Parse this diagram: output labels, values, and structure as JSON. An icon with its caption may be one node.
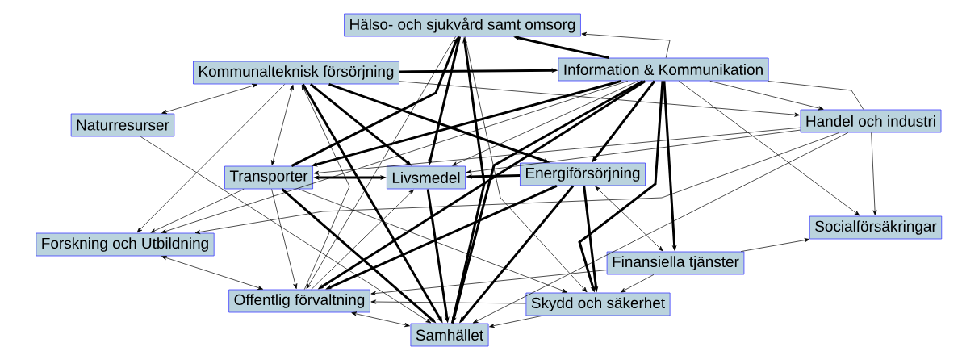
{
  "diagram": {
    "nodes": [
      {
        "text": [
          "Hälso- och sjukvård samt omsorg"
        ]
      },
      {
        "text": [
          "Kommunalteknisk försörjning"
        ]
      },
      {
        "text": [
          "Information & Kommunikation"
        ]
      },
      {
        "text": [
          "Naturresurser"
        ]
      },
      {
        "text": [
          "Handel och industri"
        ]
      },
      {
        "text": [
          "Transporter"
        ]
      },
      {
        "text": [
          "Livsmedel"
        ]
      },
      {
        "text": [
          "Energiförsörjning"
        ]
      },
      {
        "text": [
          "Socialförsäkringar"
        ]
      },
      {
        "text": [
          "Forskning och Utbildning"
        ]
      },
      {
        "text": [
          "Finansiella tjänster"
        ]
      },
      {
        "text": [
          "Offentlig förvaltning"
        ]
      },
      {
        "text": [
          "Skydd och säkerhet"
        ]
      },
      {
        "text": [
          "Samhället"
        ]
      }
    ],
    "edges": [
      {
        "from": 3,
        "to": 1,
        "arrow": "both"
      },
      {
        "from": 3,
        "to": 13,
        "arrow": "to"
      },
      {
        "from": 1,
        "to": 9,
        "arrow": "to"
      },
      {
        "from": 5,
        "to": 1,
        "arrow": "both"
      },
      {
        "from": 11,
        "to": 1,
        "arrow": "to"
      },
      {
        "from": 1,
        "to": 6,
        "arrow": "to",
        "style": "thick"
      },
      {
        "from": 1,
        "to": 13,
        "arrow": "to",
        "style": "thick"
      },
      {
        "from": 1,
        "to": 7,
        "arrow": "to",
        "style": "thick"
      },
      {
        "from": 1,
        "to": 4,
        "arrow": "to"
      },
      {
        "from": 1,
        "to": 2,
        "arrow": "to",
        "style": "thick"
      },
      {
        "from": 5,
        "to": 0,
        "arrow": "to",
        "style": "thick"
      },
      {
        "from": 0,
        "to": 6,
        "arrow": "to",
        "style": "thick"
      },
      {
        "from": 2,
        "to": 0,
        "arrow": "to",
        "style": "thick"
      },
      {
        "from": 2,
        "to": 0,
        "arrow": "to"
      },
      {
        "from": 4,
        "to": 2,
        "arrow": "none"
      },
      {
        "from": 2,
        "to": 4,
        "arrow": "to"
      },
      {
        "from": 2,
        "to": 7,
        "arrow": "to",
        "style": "thick"
      },
      {
        "from": 2,
        "to": 13,
        "arrow": "to",
        "style": "thick"
      },
      {
        "from": 2,
        "to": 12,
        "arrow": "to",
        "style": "thick"
      },
      {
        "from": 2,
        "to": 11,
        "arrow": "to",
        "style": "thick"
      },
      {
        "from": 2,
        "to": 10,
        "arrow": "to",
        "style": "thick"
      },
      {
        "from": 2,
        "to": 5,
        "arrow": "to",
        "style": "thick"
      },
      {
        "from": 2,
        "to": 6,
        "arrow": "to"
      },
      {
        "from": 2,
        "to": 9,
        "arrow": "to"
      },
      {
        "from": 2,
        "to": 8,
        "arrow": "to"
      },
      {
        "from": 7,
        "to": 13,
        "arrow": "to",
        "style": "thick"
      },
      {
        "from": 7,
        "to": 12,
        "arrow": "to",
        "style": "thick"
      },
      {
        "from": 7,
        "to": 10,
        "arrow": "both"
      },
      {
        "from": 7,
        "to": 11,
        "arrow": "to",
        "style": "thick"
      },
      {
        "from": 7,
        "to": 6,
        "arrow": "to",
        "style": "thick"
      },
      {
        "from": 13,
        "to": 0,
        "arrow": "to",
        "style": "thick"
      },
      {
        "from": 6,
        "to": 13,
        "arrow": "to",
        "style": "thick"
      },
      {
        "from": 11,
        "to": 6,
        "arrow": "to"
      },
      {
        "from": 5,
        "to": 13,
        "arrow": "to",
        "style": "thick"
      },
      {
        "from": 5,
        "to": 9,
        "arrow": "to"
      },
      {
        "from": 5,
        "to": 11,
        "arrow": "to"
      },
      {
        "from": 5,
        "to": 12,
        "arrow": "to"
      },
      {
        "from": 6,
        "to": 5,
        "arrow": "both",
        "style": "thick"
      },
      {
        "from": 4,
        "to": 8,
        "arrow": "to"
      },
      {
        "from": 4,
        "to": 6,
        "arrow": "to"
      },
      {
        "from": 4,
        "to": 5,
        "arrow": "to"
      },
      {
        "from": 4,
        "to": 9,
        "arrow": "to"
      },
      {
        "from": 4,
        "to": 13,
        "arrow": "to"
      },
      {
        "from": 10,
        "to": 8,
        "arrow": "to"
      },
      {
        "from": 10,
        "to": 11,
        "arrow": "to"
      },
      {
        "from": 10,
        "to": 12,
        "arrow": "to"
      },
      {
        "from": 11,
        "to": 9,
        "arrow": "both"
      },
      {
        "from": 11,
        "to": 13,
        "arrow": "both"
      },
      {
        "from": 12,
        "to": 11,
        "arrow": "to"
      },
      {
        "from": 12,
        "to": 13,
        "arrow": "to"
      },
      {
        "from": 0,
        "to": 12,
        "arrow": "to"
      },
      {
        "from": 0,
        "to": 11,
        "arrow": "to"
      }
    ]
  }
}
